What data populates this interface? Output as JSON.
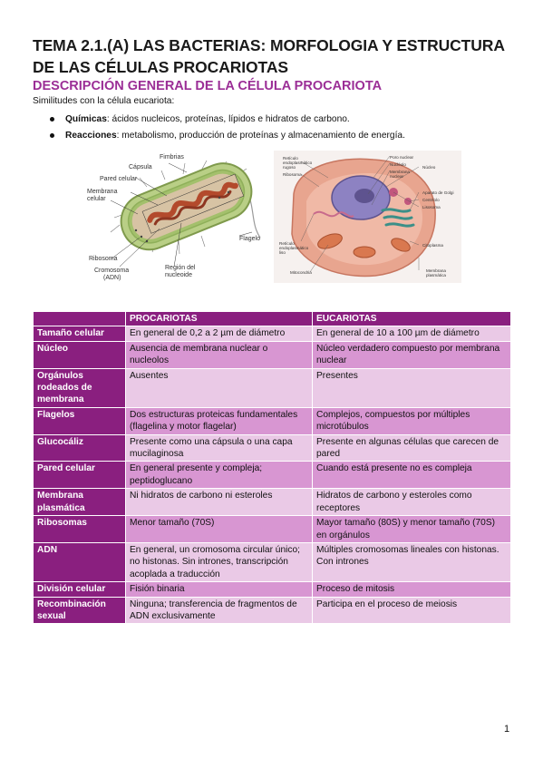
{
  "heading": {
    "title": "TEMA 2.1.(A) LAS BACTERIAS: MORFOLOGIA Y ESTRUCTURA DE LAS CÉLULAS PROCARIOTAS",
    "subtitle": "DESCRIPCIÓN GENERAL DE LA CÉLULA PROCARIOTA"
  },
  "intro": "Similitudes con la célula eucariota:",
  "bullets": [
    {
      "term": "Químicas",
      "text": ": ácidos nucleicos, proteínas, lípidos e hidratos de carbono."
    },
    {
      "term": "Reacciones",
      "text": ": metabolismo, producción de proteínas y almacenamiento de energía."
    }
  ],
  "figure_prokaryote": {
    "labels": {
      "fimbrias": "Fimbrias",
      "capsula": "Cápsula",
      "pared": "Pared celular",
      "membrana1": "Membrana",
      "membrana2": "celular",
      "flagelo": "Flagelo",
      "ribosoma": "Ribosoma",
      "cromosoma1": "Cromosoma",
      "cromosoma2": "(ADN)",
      "region1": "Región del",
      "region2": "nucleoide"
    },
    "colors": {
      "cell": "#b9cf86",
      "membrane": "#8fb05a",
      "dna": "#b34a2c",
      "cytoplasm": "#d7c3a4"
    }
  },
  "figure_eukaryote": {
    "labels": {
      "ret_rug1": "Retículo",
      "ret_rug2": "endoplasmático",
      "ret_rug3": "rugoso",
      "ribosoma": "Ribosoma",
      "poro": "Poro nuclear",
      "nucleolo": "Nucléolo",
      "membrana_nuc1": "Membrana",
      "membrana_nuc2": "nuclear",
      "nucleo": "Núcleo",
      "golgi": "Aparato de Golgi",
      "centriolo": "Centríolo",
      "lisosoma": "Lisosoma",
      "ret_liso1": "Retículo",
      "ret_liso2": "endoplasmático",
      "ret_liso3": "liso",
      "citoplasma": "Citoplasma",
      "mitocondria": "Mitocondria",
      "membrana_pl1": "Membrana",
      "membrana_pl2": "plasmática"
    },
    "colors": {
      "cell": "#e8a58f",
      "nucleus": "#7a6fb0",
      "mito": "#d9784f"
    }
  },
  "table": {
    "header": [
      "",
      "PROCARIOTAS",
      "EUCARIOTAS"
    ],
    "rows": [
      {
        "label": "Tamaño celular",
        "pro": "En general de 0,2 a 2 µm de diámetro",
        "euk": "En general de 10 a 100 µm de diámetro"
      },
      {
        "label": "Núcleo",
        "pro": "Ausencia de membrana nuclear o nucleolos",
        "euk": "Núcleo verdadero compuesto por membrana nuclear"
      },
      {
        "label": "Orgánulos rodeados de membrana",
        "pro": "Ausentes",
        "euk": "Presentes"
      },
      {
        "label": "Flagelos",
        "pro": "Dos estructuras proteicas fundamentales (flagelina y motor flagelar)",
        "euk": "Complejos, compuestos por múltiples microtúbulos"
      },
      {
        "label": "Glucocáliz",
        "pro": "Presente como una cápsula o una capa mucilaginosa",
        "euk": "Presente en algunas células que carecen de pared"
      },
      {
        "label": "Pared celular",
        "pro": "En general presente y compleja; peptidoglucano",
        "euk": " Cuando está presente no es compleja"
      },
      {
        "label": "Membrana plasmática",
        "pro": "Ni hidratos de carbono ni esteroles",
        "euk": "Hidratos de carbono y esteroles como receptores"
      },
      {
        "label": "Ribosomas",
        "pro": "Menor tamaño (70S)",
        "euk": "Mayor tamaño (80S) y menor tamaño (70S) en orgánulos"
      },
      {
        "label": "ADN",
        "pro": "En general, un cromosoma circular único; no histonas. Sin intrones, transcripción acoplada a traducción",
        "euk": "Múltiples cromosomas lineales con histonas. Con intrones"
      },
      {
        "label": "División celular",
        "pro": "Fisión binaria",
        "euk": "Proceso de mitosis"
      },
      {
        "label": "Recombinación sexual",
        "pro": "Ninguna; transferencia de fragmentos de ADN exclusivamente",
        "euk": "Participa en el proceso de meiosis"
      }
    ],
    "colors": {
      "header": "#8a1f7f",
      "row_light": "#eac9e6",
      "row_dark": "#d896d2"
    }
  },
  "page_number": "1"
}
